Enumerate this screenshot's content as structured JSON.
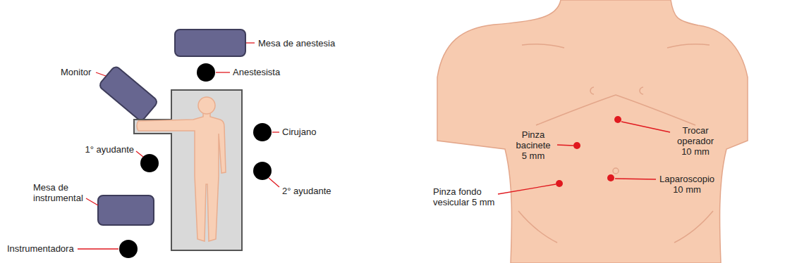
{
  "diagram": {
    "labels": [
      "Mesa de anestesia",
      "Monitor",
      "Anestesista",
      "Cirujano",
      "1° ayudante",
      "2° ayudante",
      "Mesa de instrumental",
      "Instrumentadora",
      "Pinza bacinete 5 mm",
      "Trocar operador 10 mm",
      "Pinza fondo vesicular 5 mm",
      "Laparoscopio 10 mm"
    ]
  }
}
